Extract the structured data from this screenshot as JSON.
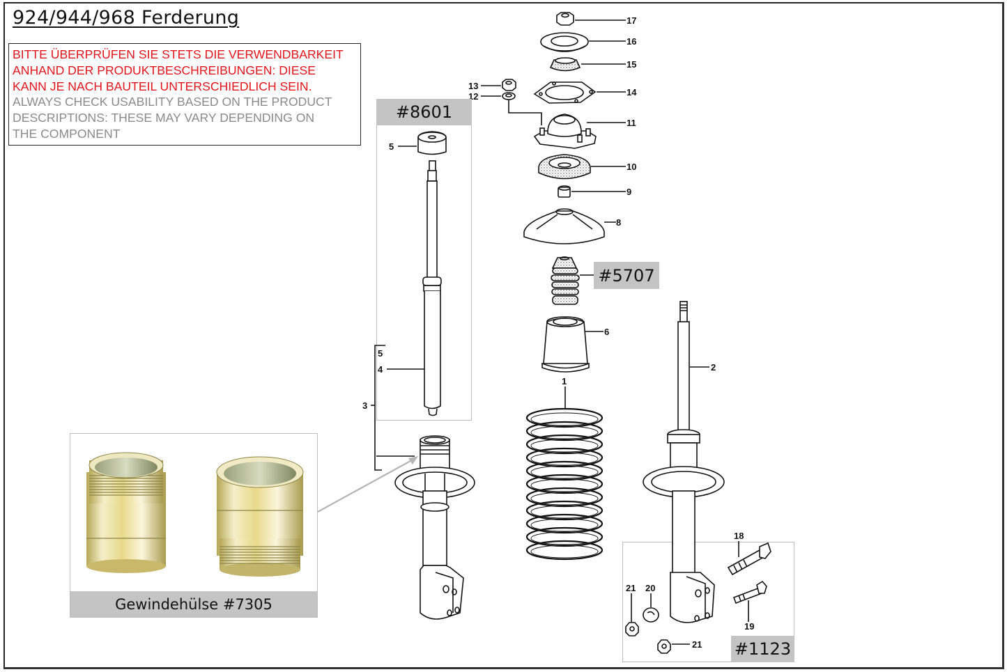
{
  "title": "924/944/968 Ferderung",
  "notice": {
    "german_lines": [
      "BITTE ÜBERPRÜFEN SIE STETS DIE VERWENDBARKEIT",
      "ANHAND DER PRODUKTBESCHREIBUNGEN: DIESE",
      "KANN JE NACH BAUTEIL UNTERSCHIEDLICH SEIN."
    ],
    "english_lines": [
      "ALWAYS CHECK USABILITY BASED ON THE PRODUCT",
      "DESCRIPTIONS: THESE MAY VARY DEPENDING ON",
      "THE COMPONENT"
    ],
    "german_color": "#e0141b",
    "english_color": "#8a8a8a"
  },
  "product_labels": {
    "shock_insert": "#8601",
    "bump_stop": "#5707",
    "bolt_kit": "#1123"
  },
  "photo_panel": {
    "caption": "Gewindehülse #7305",
    "image": "threaded-sleeve-photo"
  },
  "part_numbers": {
    "p1": "1",
    "p2": "2",
    "p3": "3",
    "p4": "4",
    "p5": "5",
    "p5b": "5",
    "p6": "6",
    "p8": "8",
    "p9": "9",
    "p10": "10",
    "p11": "11",
    "p12": "12",
    "p13": "13",
    "p14": "14",
    "p15": "15",
    "p16": "16",
    "p17": "17",
    "p18": "18",
    "p19": "19",
    "p20": "20",
    "p21a": "21",
    "p21b": "21"
  },
  "colors": {
    "label_bg": "#c4c4c4",
    "group_border": "#bcbcbc",
    "line": "#111111"
  }
}
